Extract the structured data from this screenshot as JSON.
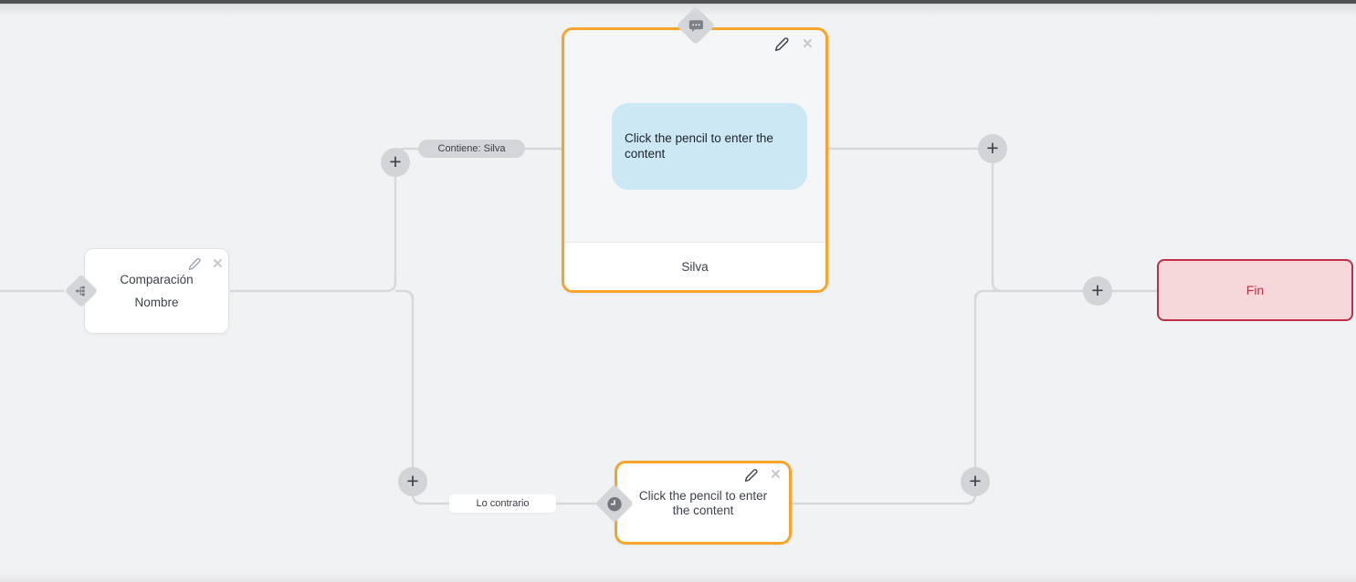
{
  "flow": {
    "condition_node": {
      "title_line1": "Comparación",
      "title_line2": "Nombre"
    },
    "message_node": {
      "bubble_text": "Click the pencil to enter the content",
      "footer_label": "Silva"
    },
    "delay_node": {
      "text": "Click the pencil to enter the content"
    },
    "end_node": {
      "label": "Fin"
    },
    "edge_labels": {
      "true_branch": "Contiene: Silva",
      "false_branch": "Lo contrario"
    }
  },
  "controls": {
    "add_label": "+",
    "delete_label": "×"
  },
  "icons": {
    "condition": "sitemap-icon",
    "message": "chat-bubble-icon",
    "delay": "clock-icon",
    "edit": "pencil-icon",
    "delete": "close-icon",
    "add": "plus-icon"
  },
  "colors": {
    "canvas_background": "#f1f2f4",
    "wire": "#d7d8da",
    "accent_orange": "#f7a42b",
    "bubble_blue": "#cbe8f4",
    "end_red": "#bf3047",
    "end_background": "#f6d7da",
    "badge_gray": "#d3d5d8"
  }
}
